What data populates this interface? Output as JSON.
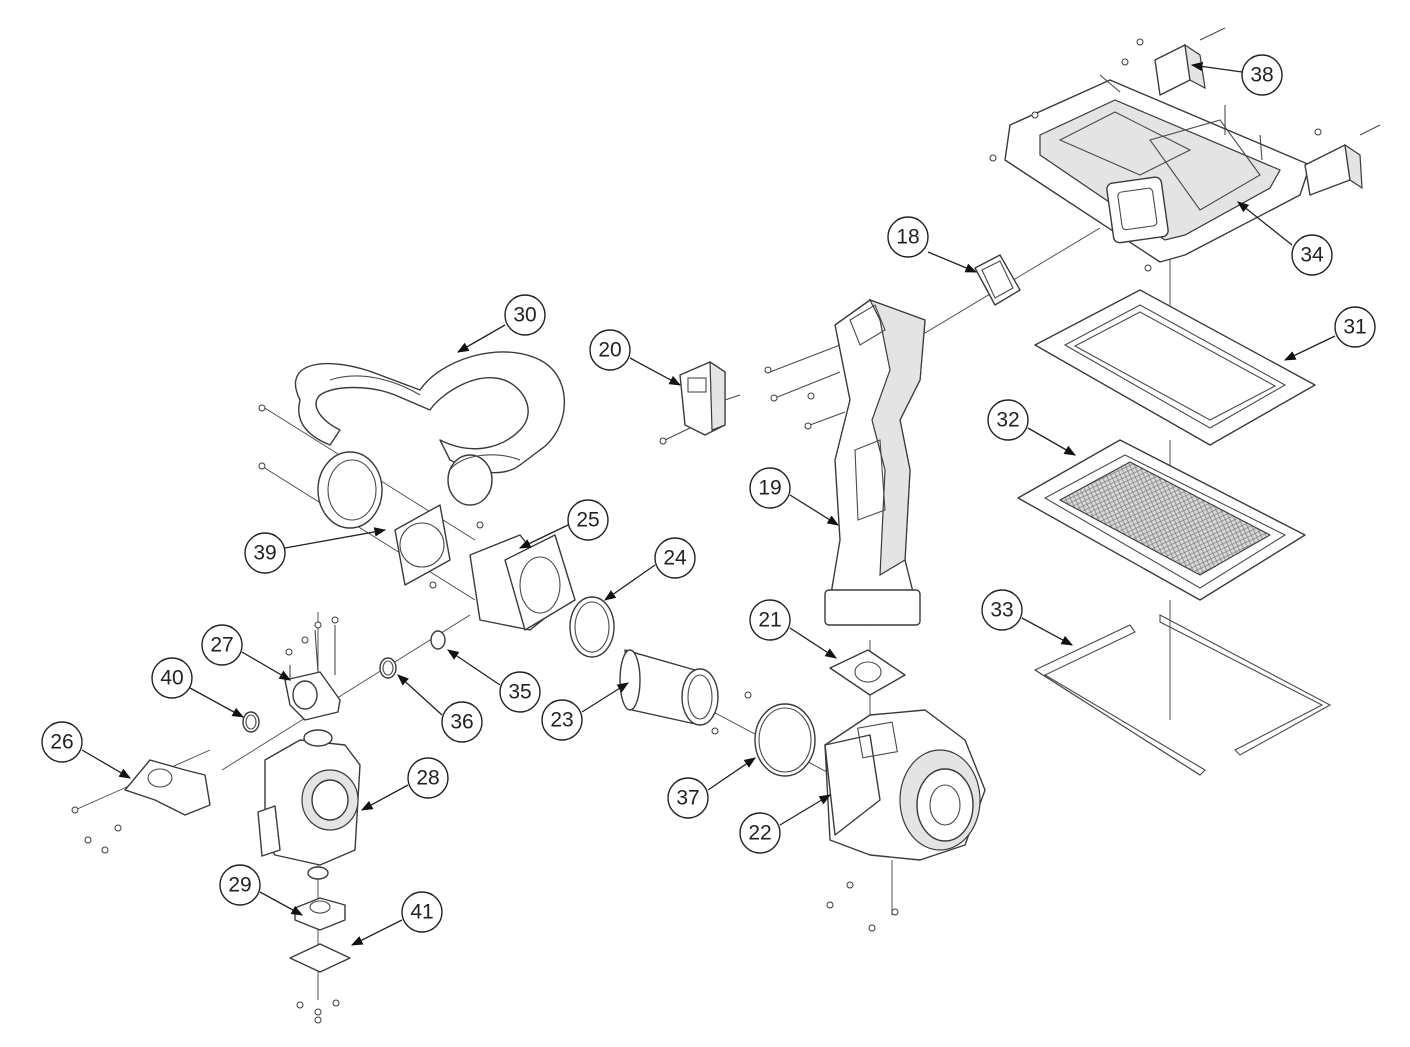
{
  "callouts": [
    {
      "id": "c18",
      "label": "18"
    },
    {
      "id": "c19",
      "label": "19"
    },
    {
      "id": "c20",
      "label": "20"
    },
    {
      "id": "c21",
      "label": "21"
    },
    {
      "id": "c22",
      "label": "22"
    },
    {
      "id": "c23",
      "label": "23"
    },
    {
      "id": "c24",
      "label": "24"
    },
    {
      "id": "c25",
      "label": "25"
    },
    {
      "id": "c26",
      "label": "26"
    },
    {
      "id": "c27",
      "label": "27"
    },
    {
      "id": "c28",
      "label": "28"
    },
    {
      "id": "c29",
      "label": "29"
    },
    {
      "id": "c30",
      "label": "30"
    },
    {
      "id": "c31",
      "label": "31"
    },
    {
      "id": "c32",
      "label": "32"
    },
    {
      "id": "c33",
      "label": "33"
    },
    {
      "id": "c34",
      "label": "34"
    },
    {
      "id": "c35",
      "label": "35"
    },
    {
      "id": "c36",
      "label": "36"
    },
    {
      "id": "c37",
      "label": "37"
    },
    {
      "id": "c38",
      "label": "38"
    },
    {
      "id": "c39",
      "label": "39"
    },
    {
      "id": "c40",
      "label": "40"
    },
    {
      "id": "c41",
      "label": "41"
    }
  ]
}
